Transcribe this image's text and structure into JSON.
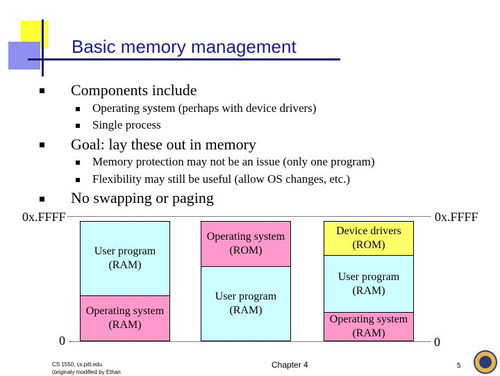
{
  "slide": {
    "title": "Basic memory management",
    "bullets": [
      {
        "text": "Components include",
        "sub": [
          "Operating system (perhaps with device drivers)",
          "Single process"
        ]
      },
      {
        "text": "Goal: lay these out in memory",
        "sub": [
          "Memory protection may not be an issue (only one program)",
          "Flexibility may still be useful (allow OS changes, etc.)"
        ]
      },
      {
        "text": "No swapping or paging",
        "sub": []
      }
    ]
  },
  "diagram": {
    "top_left_label": "0x.FFFF",
    "top_right_label": "0x.FFFF",
    "bottom_left_label": "0",
    "bottom_right_label": "0",
    "layout1": {
      "user_program": "User program (RAM)",
      "os": "Operating system (RAM)"
    },
    "layout2": {
      "os": "Operating system (ROM)",
      "user_program": "User program (RAM)"
    },
    "layout3": {
      "device_drivers": "Device drivers (ROM)",
      "user_program": "User program (RAM)",
      "os": "Operating system (RAM)"
    },
    "colors": {
      "ram": "#ccffff",
      "os": "#ff99cc",
      "device": "#ffff66",
      "title": "#1a1aa0"
    }
  },
  "footer": {
    "course_line1": "CS 1550, cs.pitt.edu",
    "course_line2": "(originaly modified by Ethan",
    "chapter": "Chapter 4",
    "page": "5"
  }
}
